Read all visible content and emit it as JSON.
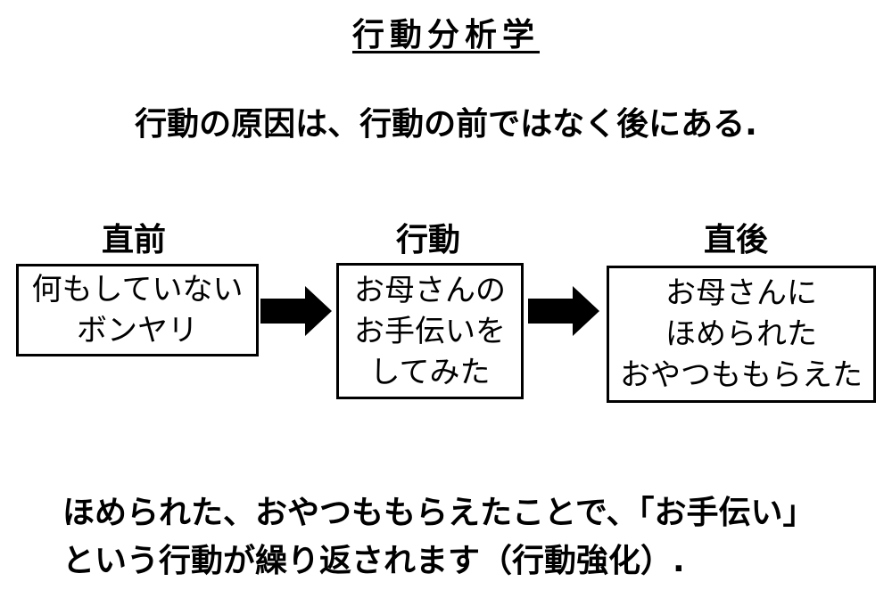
{
  "title": "行動分析学",
  "subtitle": "行動の原因は、行動の前ではなく後にある.",
  "headings": {
    "before": "直前",
    "behavior": "行動",
    "after": "直後"
  },
  "boxes": {
    "before": [
      "何もしていない",
      "ボンヤリ"
    ],
    "behavior": [
      "お母さんの",
      "お手伝いを",
      "してみた"
    ],
    "after": [
      "お母さんに",
      "ほめられた",
      "おやつももらえた"
    ]
  },
  "footer": {
    "line1": "ほめられた、おやつももらえたことで、「お手伝い」",
    "line2": "という行動が繰り返されます（行動強化）."
  }
}
